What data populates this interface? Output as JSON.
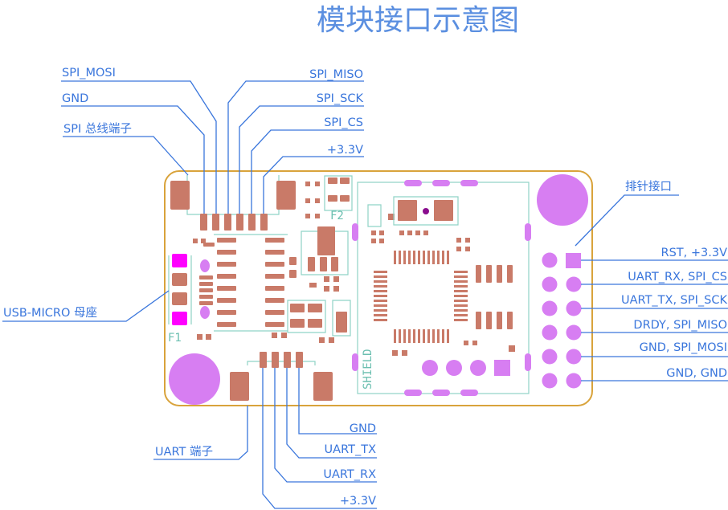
{
  "title": "模块接口示意图",
  "top_labels": {
    "spi_mosi": "SPI_MOSI",
    "gnd": "GND",
    "spi_bus": "SPI 总线端子",
    "spi_miso": "SPI_MISO",
    "spi_sck": "SPI_SCK",
    "spi_cs": "SPI_CS",
    "v33": "+3.3V"
  },
  "left_labels": {
    "usb": "USB-MICRO 母座"
  },
  "right_labels": {
    "header": "排针接口",
    "pins": [
      "RST, +3.3V",
      "UART_RX, SPI_CS",
      "UART_TX, SPI_SCK",
      "DRDY, SPI_MISO",
      "GND, SPI_MOSI",
      "GND, GND"
    ]
  },
  "bottom_labels": {
    "uart_port": "UART 端子",
    "gnd": "GND",
    "uart_tx": "UART_TX",
    "uart_rx": "UART_RX",
    "v33": "+3.3V"
  },
  "silkscreen": {
    "f1": "F1",
    "f2": "F2",
    "shield": "SHIELD"
  },
  "colors": {
    "label": "#3a76dc",
    "title": "#5b8fe0",
    "board_outline": "#d9a33b",
    "pad": "#c97a68",
    "hole": "#d77ef2",
    "led": "#ff00ff",
    "silkscreen": "#8fd3c6"
  }
}
